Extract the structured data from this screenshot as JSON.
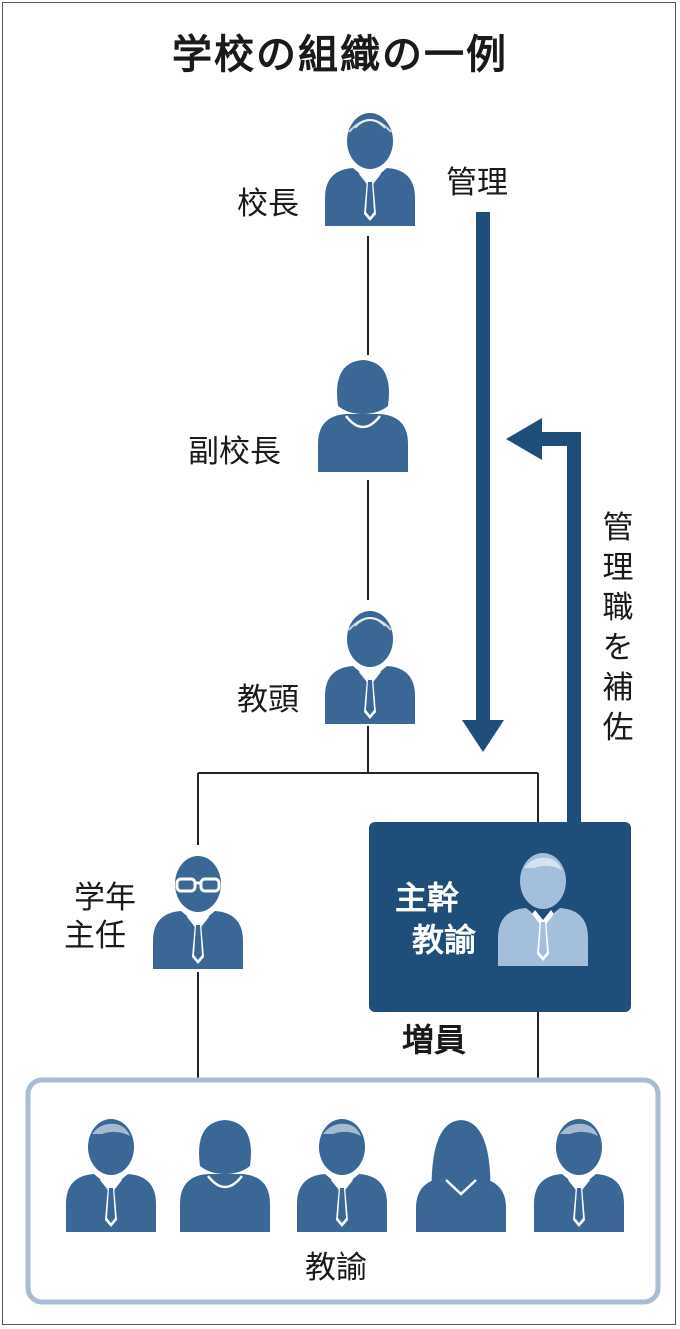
{
  "title": "学校の組織の一例",
  "roles": {
    "principal": "校長",
    "vice_principal": "副校長",
    "head_teacher": "教頭",
    "grade_leader_line1": "学年",
    "grade_leader_line2": "主任",
    "chief_teacher_line1": "主幹",
    "chief_teacher_line2": "教諭",
    "teachers": "教諭"
  },
  "flows": {
    "management": "管理",
    "assist": [
      "管",
      "理",
      "職",
      "を",
      "補",
      "佐"
    ]
  },
  "annotations": {
    "increase": "増員"
  },
  "colors": {
    "figure": "#3a6796",
    "highlight_box": "#1f4e7a",
    "highlight_figure": "#a3bfdc",
    "arrow": "#1f4e7a",
    "group_border": "#a9bcd3"
  },
  "icons": [
    "man-icon",
    "woman-icon",
    "older-man-icon",
    "glasses-man-icon"
  ]
}
